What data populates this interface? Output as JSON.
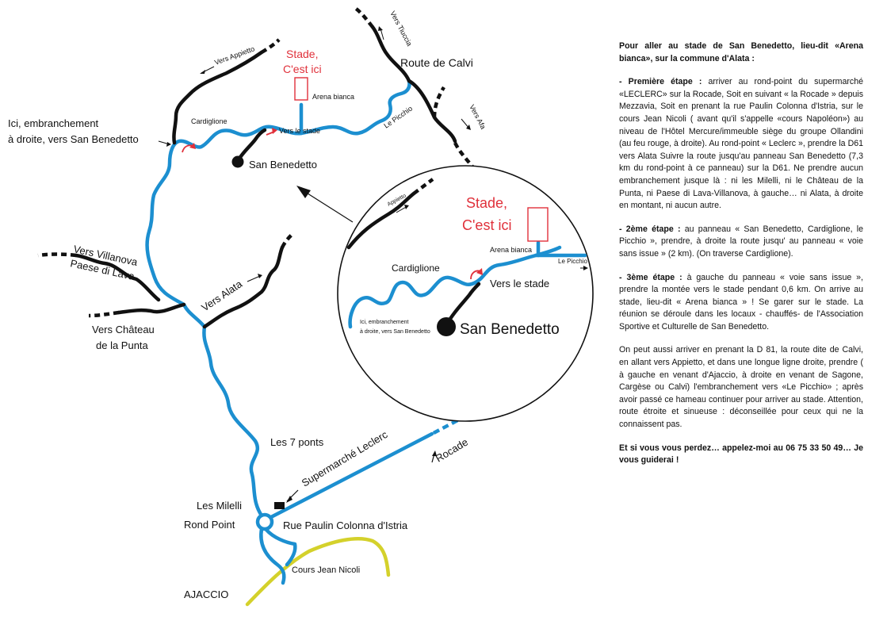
{
  "map": {
    "labels": {
      "vers_appietto": "Vers Appietto",
      "vers_tiuccia": "Vers Tiuccia",
      "stade_line1": "Stade,",
      "stade_line2": "C'est ici",
      "route_de_calvi": "Route de Calvi",
      "arena_bianca": "Arena bianca",
      "vers_afa": "Vers Afa",
      "ici_line1": "Ici, embranchement",
      "ici_line2": "à droite, vers San Benedetto",
      "cardiglione": "Cardiglione",
      "vers_le_stade": "Vers le stade",
      "le_picchio": "Le Picchio",
      "san_benedetto": "San Benedetto",
      "vers_villanova_line1": "Vers Villanova",
      "vers_villanova_line2": "Paese di Lava",
      "vers_alata": "Vers Alata",
      "vers_chateau_line1": "Vers Château",
      "vers_chateau_line2": "de la Punta",
      "les_7_ponts": "Les 7 ponts",
      "supermarche": "Supermarché Leclerc",
      "rocade": "Rocade",
      "les_milelli_line1": "Les Milelli",
      "les_milelli_line2": "Rond Point",
      "rue_paulin": "Rue Paulin Colonna d'Istria",
      "cours_jean_nicoli": "Cours Jean Nicoli",
      "ajaccio": "AJACCIO"
    },
    "inset": {
      "appietto": "Appietto",
      "stade_line1": "Stade,",
      "stade_line2": "C'est ici",
      "arena_bianca": "Arena bianca",
      "le_picchio": "Le Picchio",
      "cardiglione": "Cardiglione",
      "vers_le_stade": "Vers le stade",
      "ici_line1": "Ici, embranchement",
      "ici_line2": "à droite, vers San Benedetto",
      "san_benedetto": "San Benedetto"
    },
    "colors": {
      "road_blue": "#1c8fd0",
      "road_black": "#111111",
      "road_yellow": "#d4d12b",
      "accent_red": "#e0313b"
    }
  },
  "directions": {
    "intro": "Pour aller au stade de San Benedetto, lieu-dit «Arena bianca», sur la commune d'Alata :",
    "step1_title": "- Première étape :",
    "step1_body": " arriver au rond-point du supermarché «LECLERC» sur la Rocade, Soit en suivant « la Rocade » depuis Mezzavia, Soit en prenant la rue Paulin Colonna d'Istria, sur le cours Jean Nicoli ( avant qu'il s'appelle «cours Napoléon») au niveau de l'Hôtel Mercure/immeuble siège du groupe Ollandini (au feu rouge, à droite). Au rond-point « Leclerc », prendre la D61 vers Alata Suivre la route jusqu'au panneau San Benedetto (7,3 km du rond-point à ce panneau) sur la D61. Ne prendre aucun embranchement jusque là : ni les Milelli, ni le Château de la Punta, ni Paese di Lava-Villanova, à gauche… ni Alata, à droite en montant, ni aucun autre.",
    "step2_title": "- 2ème étape :",
    "step2_body": " au panneau « San Benedetto, Cardiglione, le Picchio », prendre, à droite la route jusqu' au panneau « voie sans issue » (2 km). (On traverse Cardiglione).",
    "step3_title": "- 3ème étape :",
    "step3_body": " à gauche du panneau « voie sans issue », prendre la montée vers le stade pendant 0,6 km. On arrive au stade, lieu-dit « Arena bianca » ! Se garer sur le stade. La réunion se déroule dans les locaux - chauffés- de l'Association Sportive et Culturelle de San Benedetto.",
    "alt": "On peut aussi arriver en prenant la D 81, la route dite de Calvi, en allant vers Appietto, et dans une longue ligne droite, prendre ( à gauche en venant d'Ajaccio, à droite en venant de Sagone, Cargèse ou Calvi) l'embranchement vers «Le Picchio» ; après avoir passé ce hameau continuer pour arriver au stade. Attention, route étroite et sinueuse : déconseillée pour ceux qui ne la connaissent pas.",
    "outro": "Et si vous vous perdez… appelez-moi au 06 75 33 50 49… Je vous guiderai !"
  }
}
